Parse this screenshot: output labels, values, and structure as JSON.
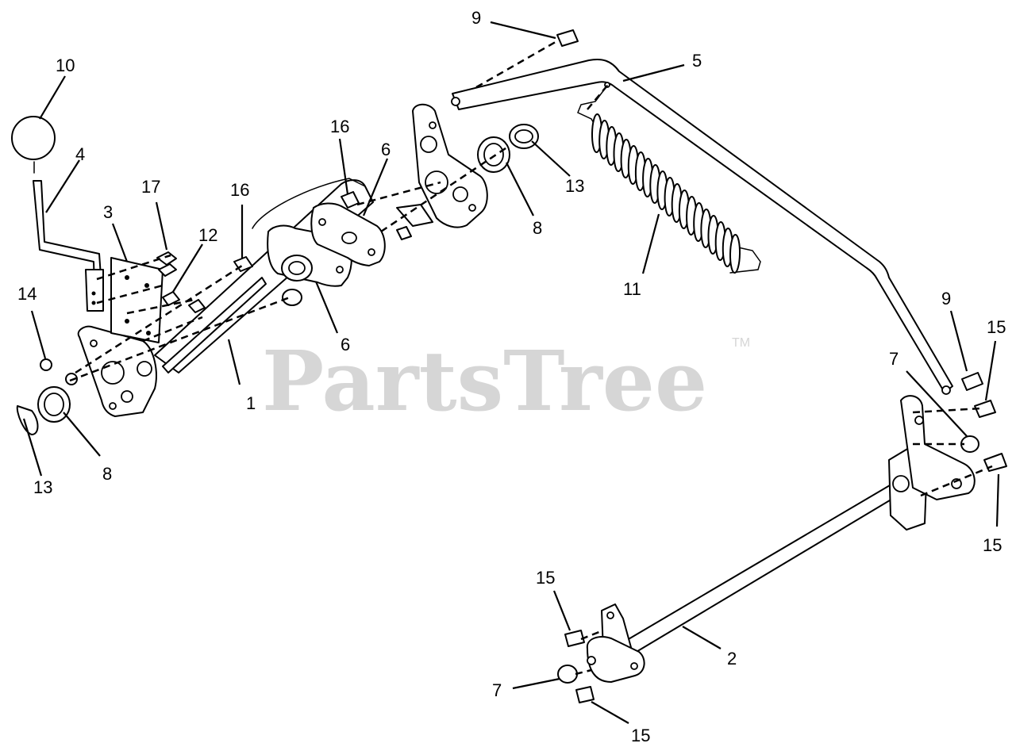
{
  "watermark": {
    "text": "PartsTree",
    "trademark": "TM",
    "color": "#d6d6d6"
  },
  "callouts": [
    {
      "id": "callout-10",
      "label": "10"
    },
    {
      "id": "callout-4",
      "label": "4"
    },
    {
      "id": "callout-3",
      "label": "3"
    },
    {
      "id": "callout-17",
      "label": "17"
    },
    {
      "id": "callout-12",
      "label": "12"
    },
    {
      "id": "callout-14",
      "label": "14"
    },
    {
      "id": "callout-16-left",
      "label": "16"
    },
    {
      "id": "callout-16-top",
      "label": "16"
    },
    {
      "id": "callout-6-top",
      "label": "6"
    },
    {
      "id": "callout-6-bottom",
      "label": "6"
    },
    {
      "id": "callout-1",
      "label": "1"
    },
    {
      "id": "callout-8-left",
      "label": "8"
    },
    {
      "id": "callout-13-left",
      "label": "13"
    },
    {
      "id": "callout-8-right",
      "label": "8"
    },
    {
      "id": "callout-13-right",
      "label": "13"
    },
    {
      "id": "callout-9-top",
      "label": "9"
    },
    {
      "id": "callout-5",
      "label": "5"
    },
    {
      "id": "callout-11",
      "label": "11"
    },
    {
      "id": "callout-9-right",
      "label": "9"
    },
    {
      "id": "callout-15-right-top",
      "label": "15"
    },
    {
      "id": "callout-7-right",
      "label": "7"
    },
    {
      "id": "callout-15-right-bottom",
      "label": "15"
    },
    {
      "id": "callout-15-lower-top",
      "label": "15"
    },
    {
      "id": "callout-2",
      "label": "2"
    },
    {
      "id": "callout-7-lower",
      "label": "7"
    },
    {
      "id": "callout-15-lower-bottom",
      "label": "15"
    }
  ]
}
